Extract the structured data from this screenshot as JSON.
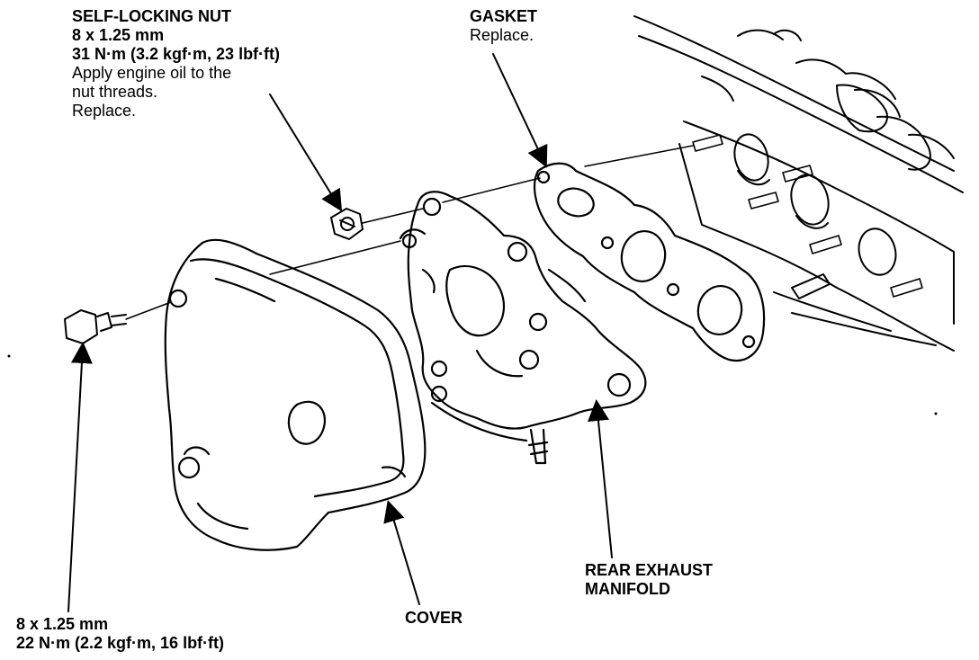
{
  "labels": {
    "self_locking_nut": {
      "title": "SELF-LOCKING NUT",
      "size": "8 x 1.25 mm",
      "torque": "31 N·m (3.2 kgf·m, 23 lbf·ft)",
      "note1": "Apply engine oil to the",
      "note2": "nut threads.",
      "note3": "Replace."
    },
    "gasket": {
      "title": "GASKET",
      "note": "Replace."
    },
    "rear_exhaust_manifold": {
      "line1": "REAR EXHAUST",
      "line2": "MANIFOLD"
    },
    "cover": {
      "title": "COVER"
    },
    "bolt": {
      "size": "8 x 1.25 mm",
      "torque": "22 N·m (2.2 kgf·m, 16 lbf·ft)"
    }
  }
}
